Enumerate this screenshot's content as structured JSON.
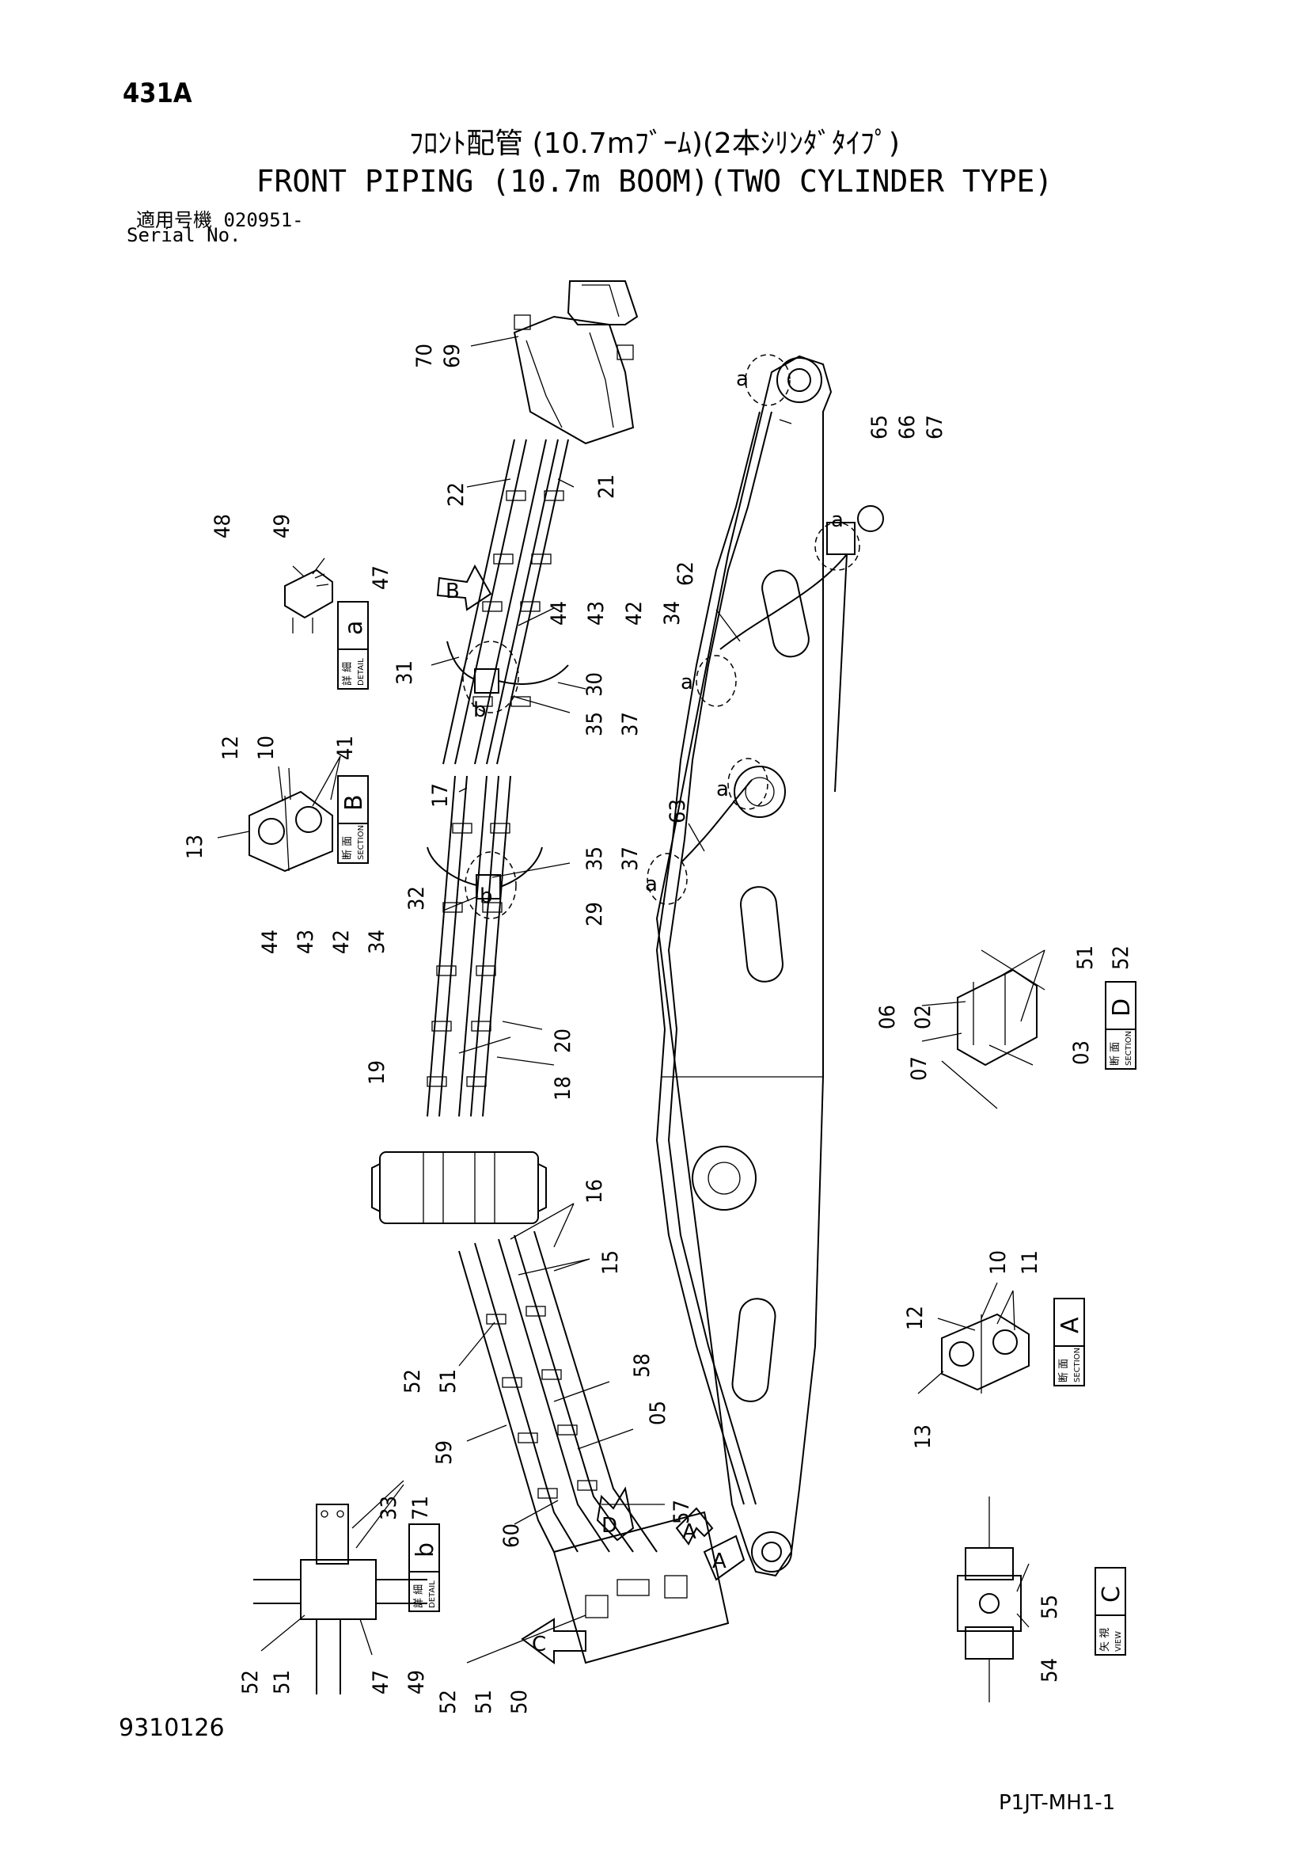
{
  "header": {
    "page_code": "431A",
    "title_jp": "ﾌﾛﾝﾄ配管 (10.7mﾌﾞｰﾑ)(2本ｼﾘﾝﾀﾞﾀｲﾌﾟ)",
    "title_en": "FRONT PIPING (10.7m BOOM)(TWO CYLINDER TYPE)",
    "serial_jp": "適用号機  020951-",
    "serial_en": "Serial No."
  },
  "footer": {
    "drawing_no": "9310126",
    "sheet_code": "P1JT-MH1-1"
  },
  "callouts": {
    "c70": "70",
    "c69": "69",
    "c22": "22",
    "c21": "21",
    "c65": "65",
    "c66": "66",
    "c67": "67",
    "c48": "48",
    "c49": "49",
    "c47": "47",
    "c44a": "44",
    "c43a": "43",
    "c42a": "42",
    "c34a": "34",
    "c62": "62",
    "c31": "31",
    "c30": "30",
    "c35a": "35",
    "c37a": "37",
    "c12a": "12",
    "c10a": "10",
    "c41": "41",
    "c13a": "13",
    "c17": "17",
    "c63": "63",
    "c35b": "35",
    "c37b": "37",
    "c32": "32",
    "c29": "29",
    "c44b": "44",
    "c43b": "43",
    "c42b": "42",
    "c34b": "34",
    "c51a": "51",
    "c52a": "52",
    "c06": "06",
    "c02": "02",
    "c07": "07",
    "c03": "03",
    "c20": "20",
    "c19": "19",
    "c18": "18",
    "c16": "16",
    "c15": "15",
    "c10b": "10",
    "c11": "11",
    "c12b": "12",
    "c13b": "13",
    "c52b": "52",
    "c51b": "51",
    "c58": "58",
    "c05": "05",
    "c59": "59",
    "c33": "33",
    "c71": "71",
    "c57": "57",
    "c60": "60",
    "c55": "55",
    "c54": "54",
    "c52c": "52",
    "c51c": "51",
    "c47b": "47",
    "c49b": "49",
    "c52d": "52",
    "c51d": "51",
    "c50": "50"
  },
  "detail_marks": {
    "a": "a",
    "b": "b"
  },
  "view_arrows": {
    "A": "A",
    "B": "B",
    "C": "C",
    "D": "D"
  },
  "label_boxes": {
    "detail_a": {
      "letter": "a",
      "jp": "詳 細",
      "en": "DETAIL"
    },
    "section_b": {
      "letter": "B",
      "jp": "断 面",
      "en": "SECTION"
    },
    "section_d": {
      "letter": "D",
      "jp": "断 面",
      "en": "SECTION"
    },
    "section_a": {
      "letter": "A",
      "jp": "断 面",
      "en": "SECTION"
    },
    "detail_b": {
      "letter": "b",
      "jp": "詳 細",
      "en": "DETAIL"
    },
    "view_c": {
      "letter": "C",
      "jp": "矢 視",
      "en": "VIEW"
    }
  },
  "colors": {
    "ink": "#000000",
    "paper": "#ffffff"
  }
}
